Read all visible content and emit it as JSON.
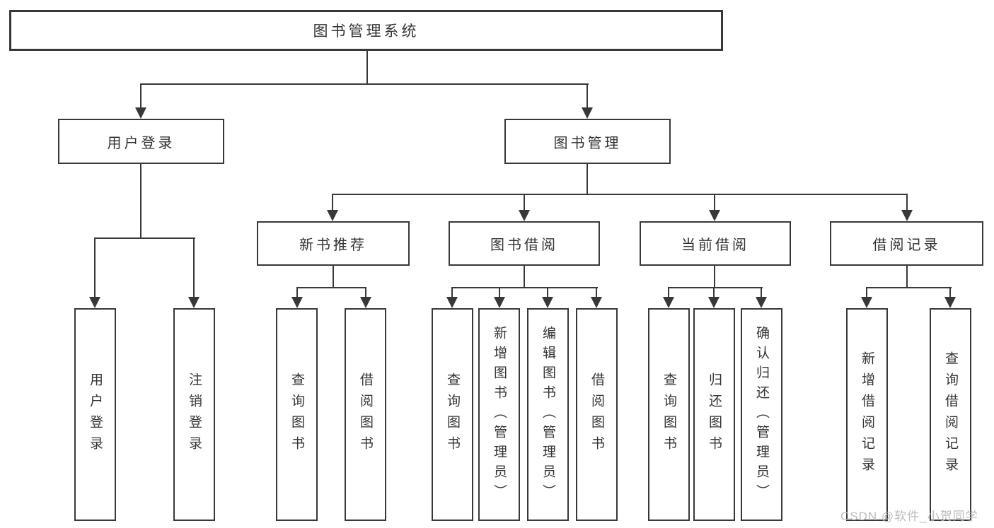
{
  "diagram": {
    "root": {
      "label": "图书管理系统"
    },
    "level2": {
      "user_login": {
        "label": "用户登录"
      },
      "book_mgmt": {
        "label": "图书管理"
      }
    },
    "level3": {
      "new_books": {
        "label": "新书推荐"
      },
      "borrow": {
        "label": "图书借阅"
      },
      "current": {
        "label": "当前借阅"
      },
      "records": {
        "label": "借阅记录"
      }
    },
    "leaves": {
      "user_login": {
        "login": "用户登录",
        "logout": "注销登录"
      },
      "new_books": {
        "query": "查询图书",
        "borrow": "借阅图书"
      },
      "borrow": {
        "query": "查询图书",
        "add": "新增图书（管理员）",
        "edit": "编辑图书（管理员）",
        "borrow": "借阅图书"
      },
      "current": {
        "query": "查询图书",
        "return": "归还图书",
        "confirm": "确认归还（管理员）"
      },
      "records": {
        "add": "新增借阅记录",
        "query": "查询借阅记录"
      }
    }
  },
  "watermark": {
    "text": "CSDN @软件_小贺同学"
  },
  "colors": {
    "line": "#383838",
    "text": "#333333",
    "watermark": "#bcbcbc",
    "background": "#ffffff"
  }
}
